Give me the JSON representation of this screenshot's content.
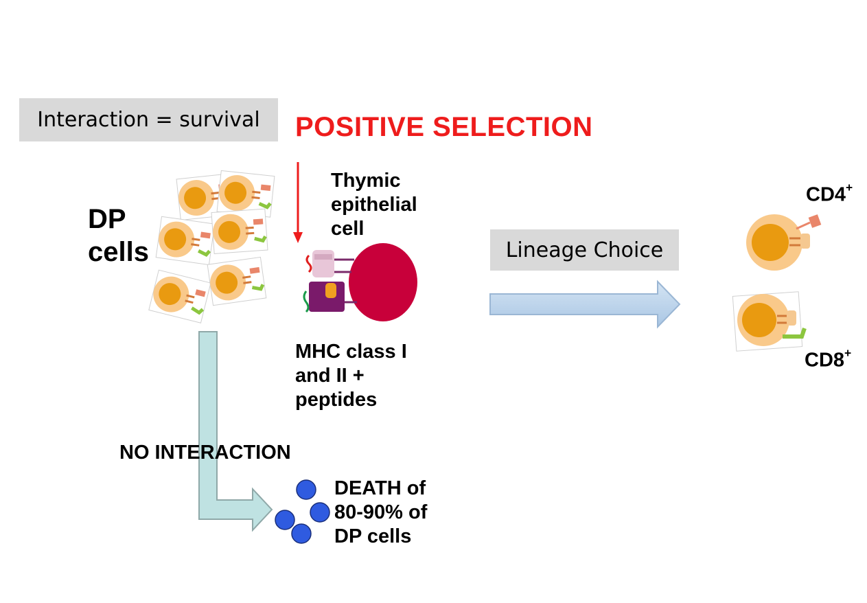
{
  "survival_box": {
    "label": "Interaction = survival"
  },
  "title": "POSITIVE SELECTION",
  "dp_cells": {
    "line1": "DP",
    "line2": "cells"
  },
  "thymic": {
    "text": "Thymic\nepithelial\ncell"
  },
  "mhc": {
    "text": "MHC class I\nand II  +\npeptides"
  },
  "lineage_box": {
    "label": "Lineage Choice"
  },
  "cd4": {
    "base": "CD4",
    "sup": "+"
  },
  "cd8": {
    "base": "CD8",
    "sup": "+"
  },
  "no_interaction": "NO INTERACTION",
  "death": {
    "text": "DEATH of\n80-90% of\nDP cells"
  },
  "colors": {
    "title_red": "#ee1c1c",
    "box_gray": "#d9d9d9",
    "cell_outer": "#f9c98a",
    "cell_nucleus": "#e99a10",
    "epithelial": "#c8003a",
    "dead_cell": "#2f5be0",
    "arrow_fill_blue": "#b7d3ea",
    "arrow_fill_teal": "#bfe2e2"
  }
}
